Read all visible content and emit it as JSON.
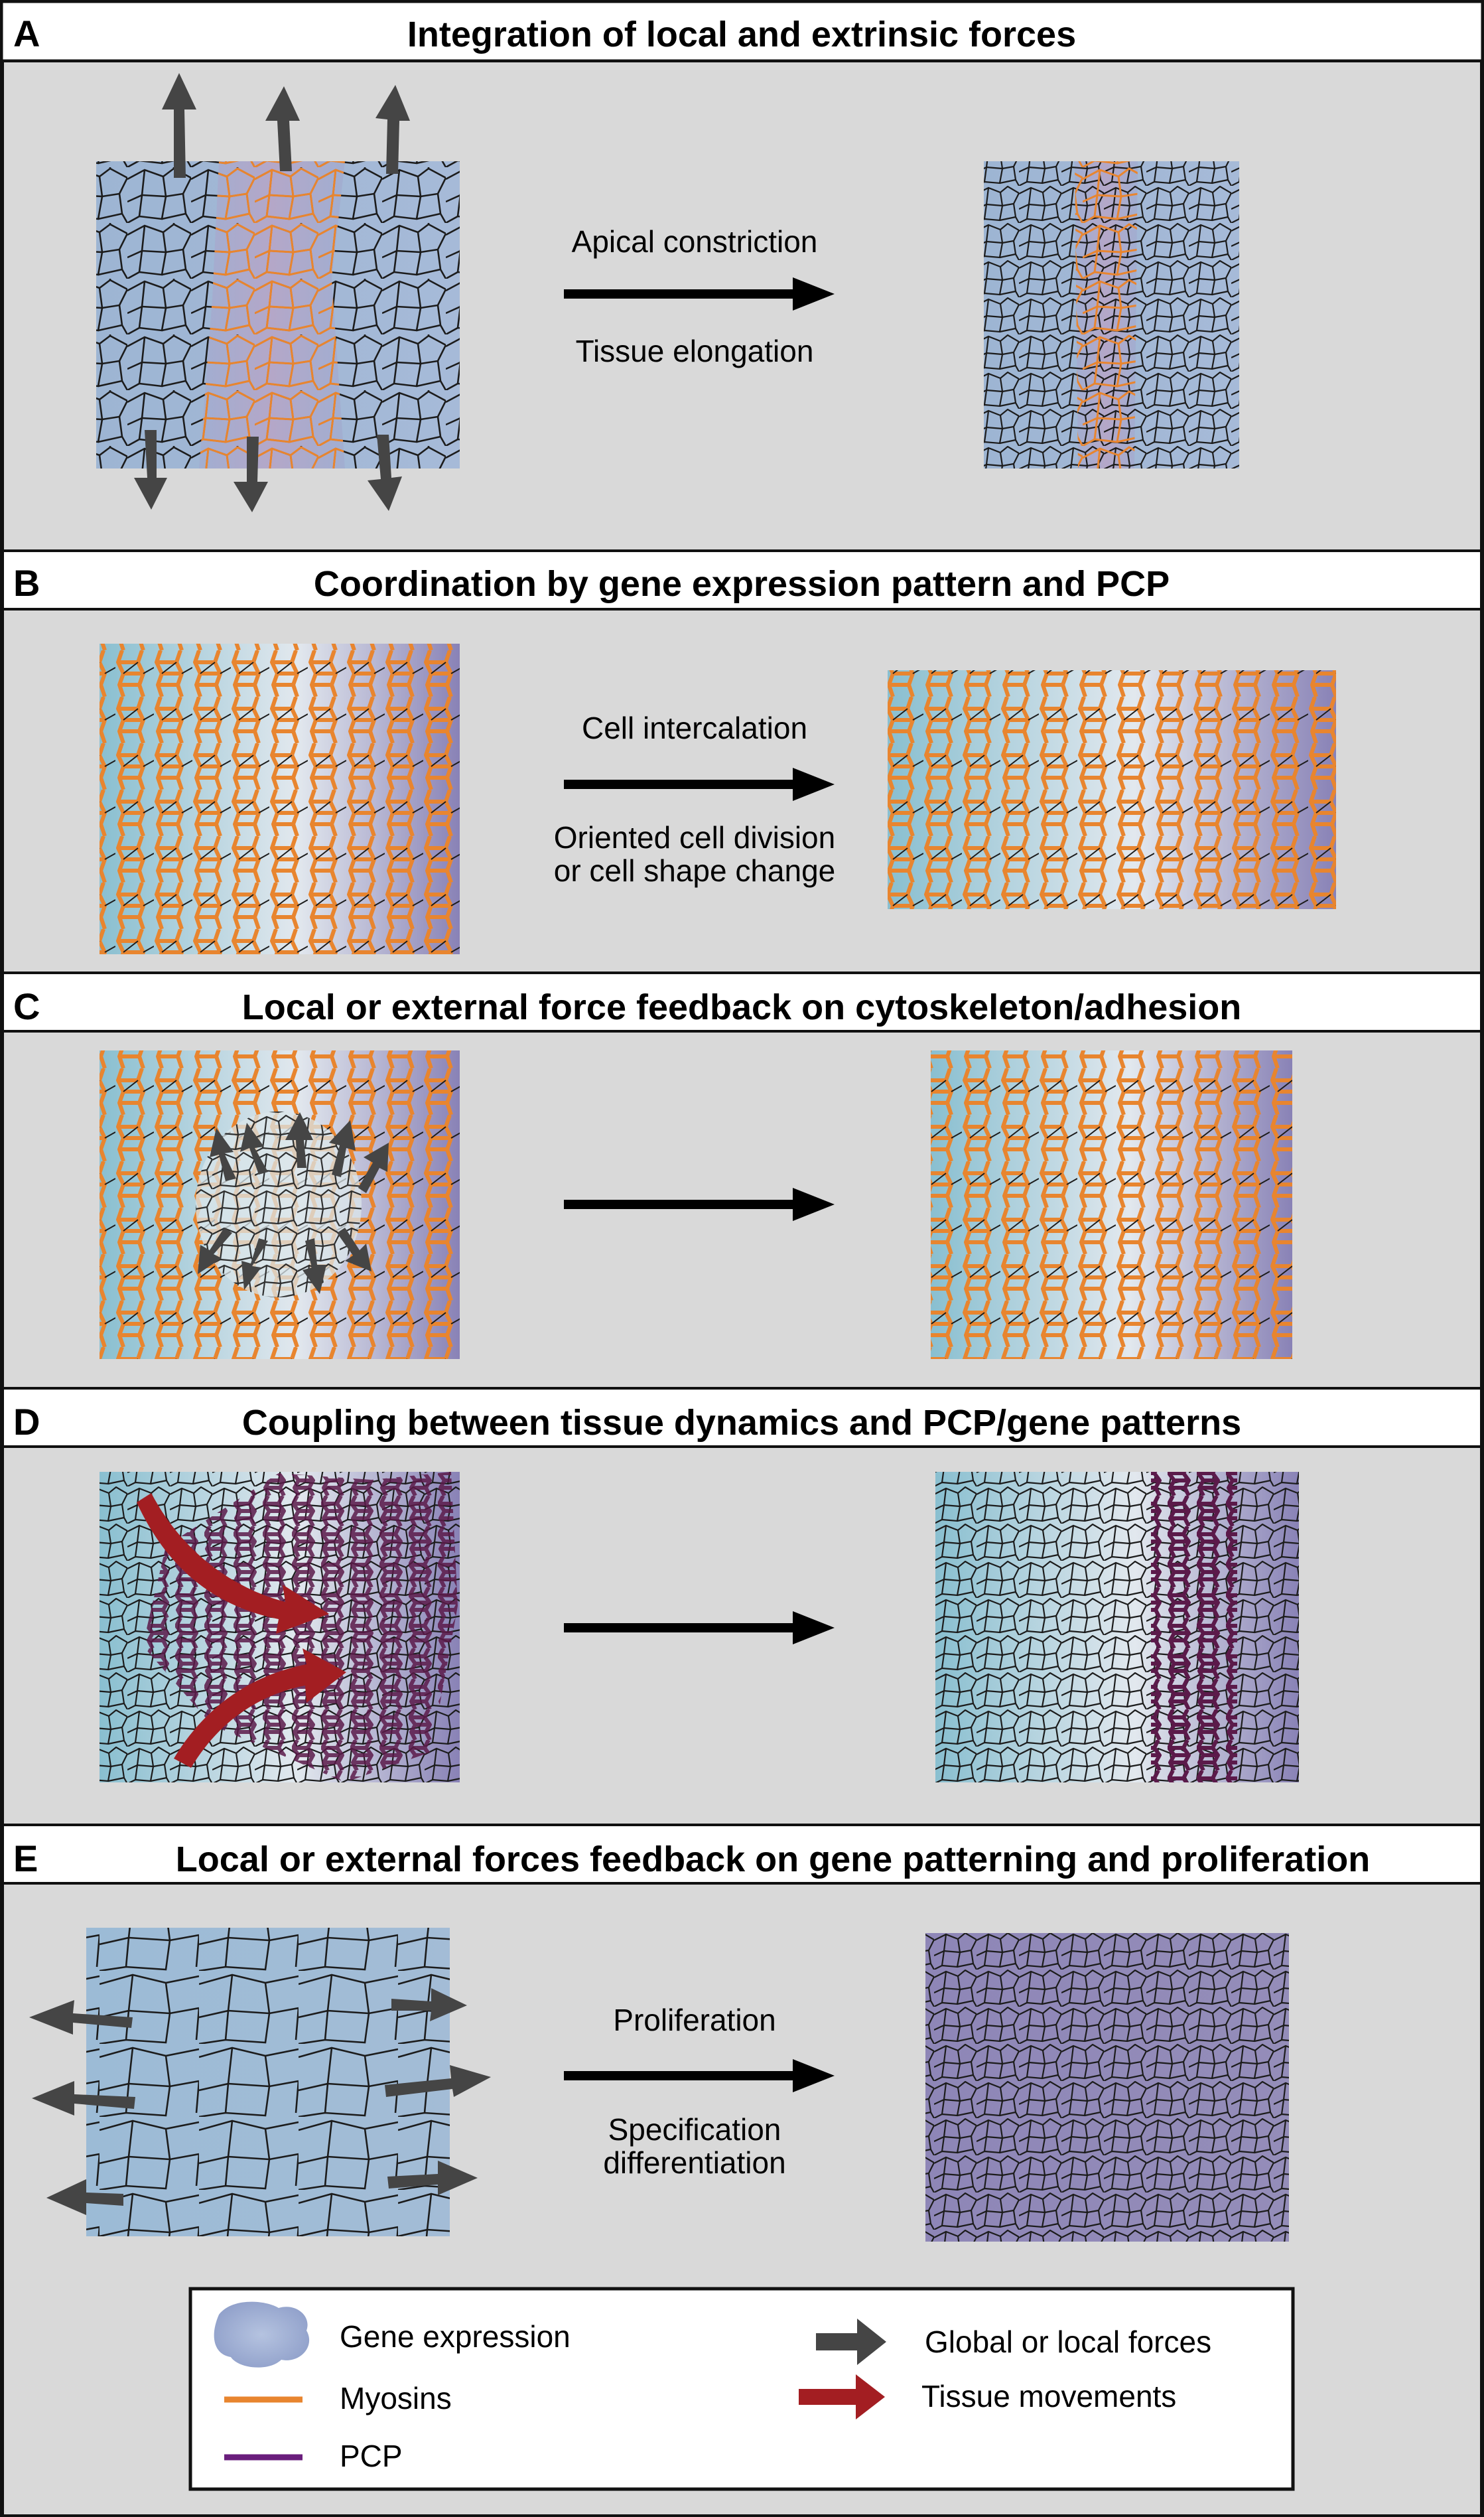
{
  "panels": [
    {
      "letter": "A",
      "title": "Integration of local and extrinsic forces",
      "steps": [
        "Apical constriction",
        "Tissue elongation"
      ]
    },
    {
      "letter": "B",
      "title": "Coordination by gene expression pattern and PCP",
      "steps": [
        "Cell intercalation",
        "Oriented cell division",
        "or cell shape change"
      ]
    },
    {
      "letter": "C",
      "title": "Local or external force feedback on cytoskeleton/adhesion",
      "steps": []
    },
    {
      "letter": "D",
      "title": "Coupling between tissue dynamics and PCP/gene patterns",
      "steps": []
    },
    {
      "letter": "E",
      "title": "Local or external forces feedback on gene patterning and proliferation",
      "steps": [
        "Proliferation",
        "Specification",
        "differentiation"
      ]
    }
  ],
  "legend": {
    "gene_expression": "Gene expression",
    "myosins": "Myosins",
    "pcp": "PCP",
    "forces": "Global or local forces",
    "movements": "Tissue movements"
  },
  "colors": {
    "panel_bg": "#d9d9d9",
    "frame": "#111111",
    "myosin": "#e8852f",
    "pcp": "#5b1a4a",
    "force_arrow": "#454545",
    "movement_arrow": "#a31e22",
    "tissue_blue": "#9fb9d6",
    "tissue_teal": "#8ec2d0",
    "tissue_purple": "#8a86b8"
  }
}
